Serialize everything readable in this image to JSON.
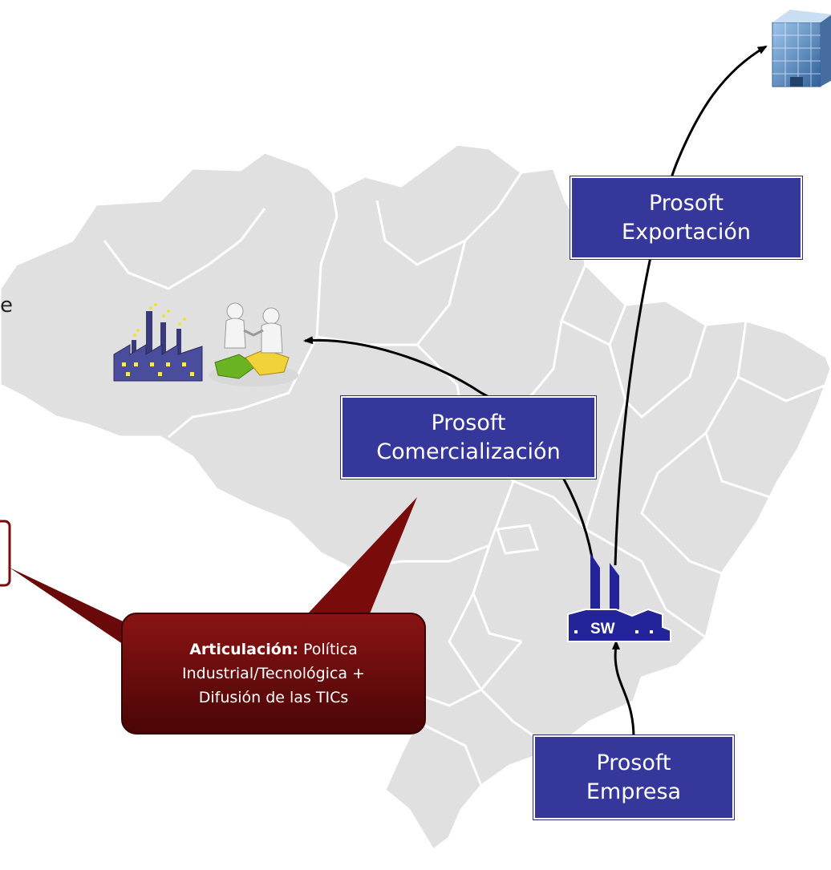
{
  "diagram": {
    "boxes": {
      "exportacion": {
        "line1": "Prosoft",
        "line2": "Exportación"
      },
      "comercializacion": {
        "line1": "Prosoft",
        "line2": "Comercialización"
      },
      "empresa": {
        "line1": "Prosoft",
        "line2": "Empresa"
      }
    },
    "callout": {
      "bold": "Articulación:",
      "line1_rest": " Política",
      "line2": "Industrial/Tecnológica +",
      "line3": "Difusión de las TICs"
    },
    "factory_label": "SW",
    "cut_off_letter": "e"
  },
  "colors": {
    "box_fill": "#36379a",
    "callout_fill": "#6e0a0a",
    "map_fill": "#e0e0e0",
    "factory_fill": "#24249a"
  },
  "icons": [
    "office-building-icon",
    "industry-pollution-icon",
    "handshake-puzzle-icon",
    "software-factory-icon"
  ]
}
